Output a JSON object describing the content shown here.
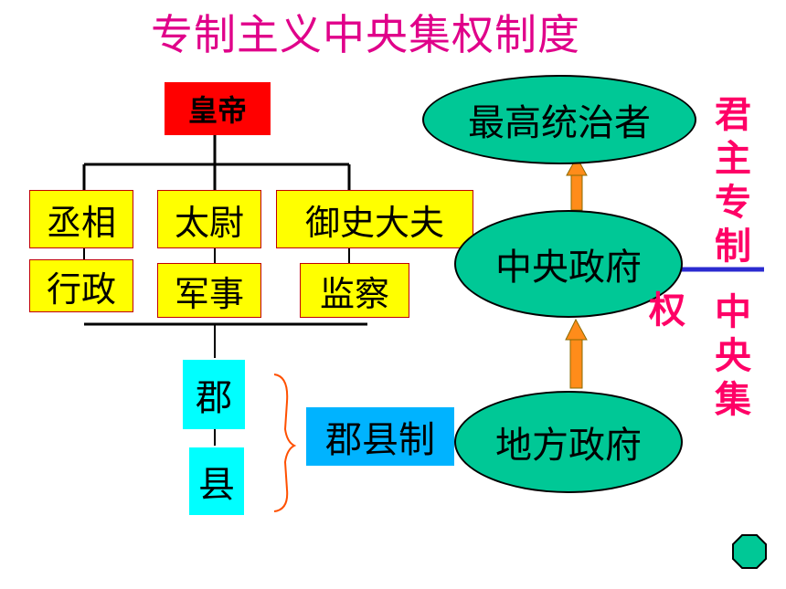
{
  "title": "专制主义中央集权制度",
  "org_chart": {
    "emperor": "皇帝",
    "officials": [
      {
        "name": "丞相",
        "duty": "行政"
      },
      {
        "name": "太尉",
        "duty": "军事"
      },
      {
        "name": "御史大夫",
        "duty": "监察"
      }
    ],
    "local": [
      "郡",
      "县"
    ],
    "system_label": "郡县制"
  },
  "hierarchy": {
    "top": "最高统治者",
    "middle": "中央政府",
    "bottom": "地方政府"
  },
  "side_labels": {
    "monarchy": "君主专制",
    "centralization": "中央集权"
  },
  "colors": {
    "title": "#e0008a",
    "emperor_box": "#ff0000",
    "official_box": "#ffff00",
    "local_box": "#00ffff",
    "system_box": "#00b3ff",
    "ellipse": "#00c896",
    "arrow": "#ff8c1a",
    "side_text": "#ff0066",
    "divider": "#2b2bd0"
  }
}
